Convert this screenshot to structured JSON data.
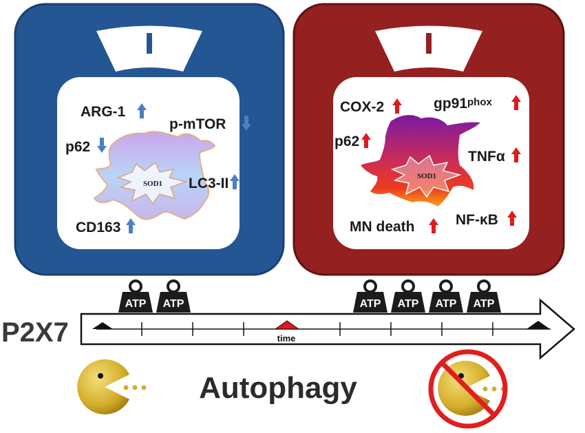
{
  "colors": {
    "left_panel": "#245694",
    "right_panel": "#94201f",
    "arrow_up_left": "#4a7fc1",
    "arrow_up_right": "#e0191b",
    "weight": "#1c1c1c",
    "pacman": "#d9b52c",
    "no_sign": "#e01e1e"
  },
  "left_panel": {
    "labels": {
      "arg1": "ARG-1",
      "pmtor": "p-mTOR",
      "p62": "p62",
      "lc3": "LC3-II",
      "cd163": "CD163",
      "sod1": "SOD1"
    }
  },
  "right_panel": {
    "labels": {
      "cox2": "COX-2",
      "gp91": "gp91",
      "gp91_sup": "phox",
      "p62": "p62",
      "tnfa": "TNFα",
      "mn_death": "MN death",
      "nfkb": "NF-κB",
      "sod1": "SOD1"
    }
  },
  "timeline": {
    "receptor_label": "P2X7",
    "axis_label": "time",
    "weight_label": "ATP"
  },
  "autophagy": {
    "label": "Autophagy"
  }
}
